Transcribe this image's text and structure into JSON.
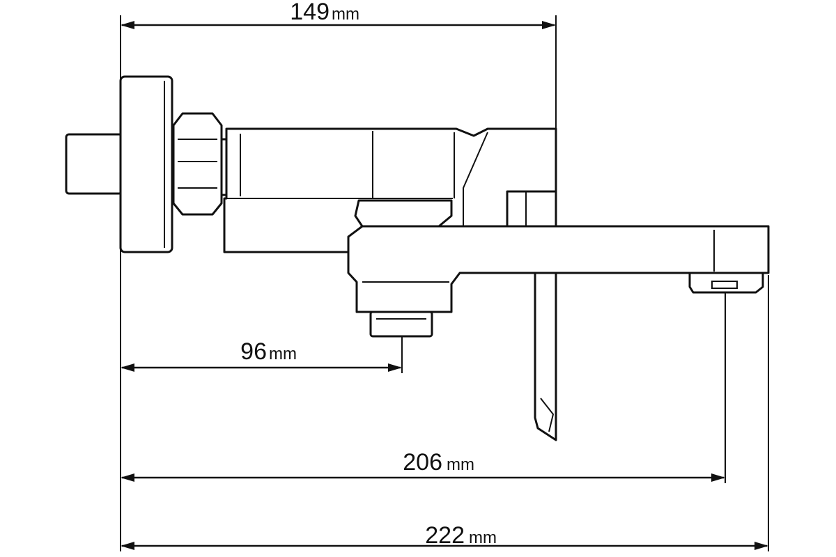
{
  "dimensions": {
    "overall_depth": {
      "value": "149",
      "unit": "mm"
    },
    "handle_offset": {
      "value": "96",
      "unit": "mm"
    },
    "spout_reach": {
      "value": "206",
      "unit": "mm"
    },
    "total_length": {
      "value": "222",
      "unit": "mm"
    }
  },
  "colors": {
    "line": "#111111",
    "background": "#ffffff"
  }
}
